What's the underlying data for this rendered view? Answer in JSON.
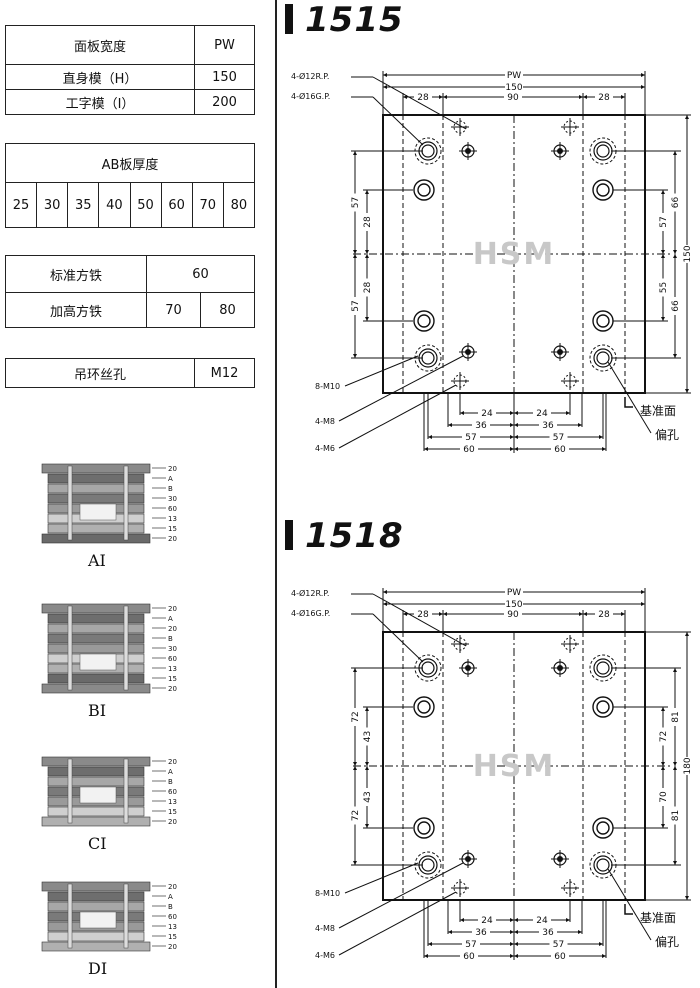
{
  "table1": {
    "header": {
      "name": "面板宽度",
      "value": "PW"
    },
    "rows": [
      {
        "name": "直身模（H）",
        "value": "150"
      },
      {
        "name": "工字模（I）",
        "value": "200"
      }
    ]
  },
  "table2": {
    "title": "AB板厚度",
    "values": [
      "25",
      "30",
      "35",
      "40",
      "50",
      "60",
      "70",
      "80"
    ]
  },
  "table3": {
    "standard_label": "标准方铁",
    "standard_value": "60",
    "raised_label": "加高方铁",
    "raised_values": [
      "70",
      "80"
    ]
  },
  "table4": {
    "label": "吊环丝孔",
    "value": "M12"
  },
  "thumbnails": [
    {
      "label": "AI",
      "tags": [
        "20",
        "A",
        "B",
        "30",
        "60",
        "13",
        "15",
        "20"
      ]
    },
    {
      "label": "BI",
      "tags": [
        "20",
        "A",
        "20",
        "B",
        "30",
        "60",
        "13",
        "15",
        "20"
      ]
    },
    {
      "label": "CI",
      "tags": [
        "20",
        "A",
        "B",
        "60",
        "13",
        "15",
        "20"
      ]
    },
    {
      "label": "DI",
      "tags": [
        "20",
        "A",
        "B",
        "60",
        "13",
        "15",
        "20"
      ]
    }
  ],
  "sections": [
    {
      "title": "1515",
      "logo": "HSM",
      "callouts": {
        "rp": "4-Ø12R.P.",
        "gp": "4-Ø16G.P.",
        "m10": "8-M10",
        "m8": "4-M8",
        "m6": "4-M6",
        "datum": "基准面",
        "offset": "偏孔"
      },
      "top_dims": {
        "pw": "PW",
        "width": "150",
        "left": "28",
        "mid": "90",
        "right": "28"
      },
      "left_dims": {
        "upper_outer": "57",
        "upper_inner": "28",
        "lower_inner": "28",
        "lower_outer": "57"
      },
      "right_dims": {
        "upper_inner": "57",
        "upper_outer": "66",
        "lower_inner": "55",
        "lower_outer": "66",
        "total": "150"
      },
      "bottom_dims": {
        "a_left": "24",
        "a_right": "24",
        "b_left": "36",
        "b_right": "36",
        "c_left": "57",
        "c_right": "57",
        "d_left": "60",
        "d_right": "60"
      }
    },
    {
      "title": "1518",
      "logo": "HSM",
      "callouts": {
        "rp": "4-Ø12R.P.",
        "gp": "4-Ø16G.P.",
        "m10": "8-M10",
        "m8": "4-M8",
        "m6": "4-M6",
        "datum": "基准面",
        "offset": "偏孔"
      },
      "top_dims": {
        "pw": "PW",
        "width": "150",
        "left": "28",
        "mid": "90",
        "right": "28"
      },
      "left_dims": {
        "upper_outer": "72",
        "upper_inner": "43",
        "lower_inner": "43",
        "lower_outer": "72"
      },
      "right_dims": {
        "upper_inner": "72",
        "upper_outer": "81",
        "lower_inner": "70",
        "lower_outer": "81",
        "total": "180"
      },
      "bottom_dims": {
        "a_left": "24",
        "a_right": "24",
        "b_left": "36",
        "b_right": "36",
        "c_left": "57",
        "c_right": "57",
        "d_left": "60",
        "d_right": "60"
      }
    }
  ]
}
